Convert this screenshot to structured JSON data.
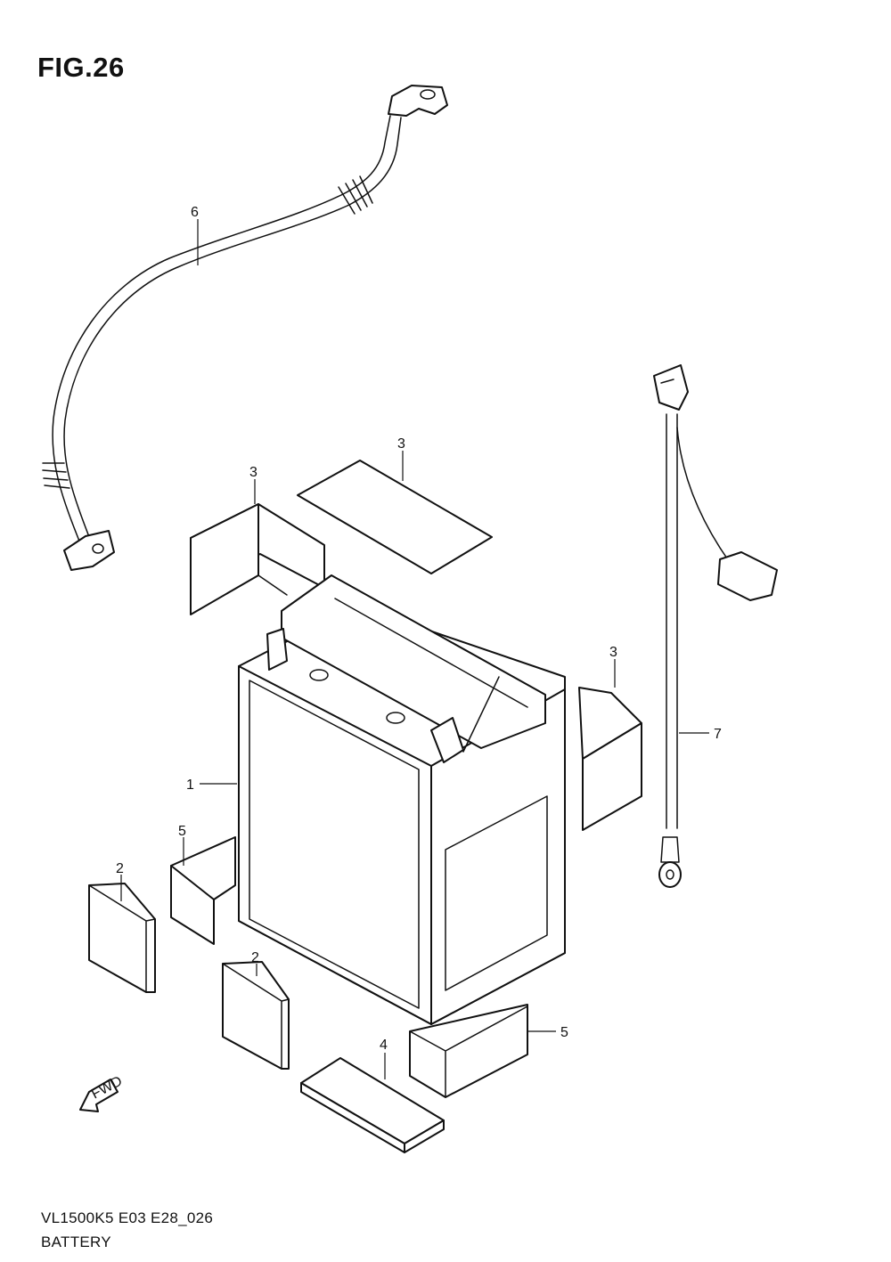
{
  "figure": {
    "title": "FIG.26",
    "model_code": "VL1500K5 E03 E28_026",
    "name": "BATTERY"
  },
  "fwd_badge": {
    "label": "FWD"
  },
  "callouts": [
    {
      "id": "c1",
      "label": "1"
    },
    {
      "id": "c2a",
      "label": "2"
    },
    {
      "id": "c2b",
      "label": "2"
    },
    {
      "id": "c3a",
      "label": "3"
    },
    {
      "id": "c3b",
      "label": "3"
    },
    {
      "id": "c3c",
      "label": "3"
    },
    {
      "id": "c4",
      "label": "4"
    },
    {
      "id": "c5a",
      "label": "5"
    },
    {
      "id": "c5b",
      "label": "5"
    },
    {
      "id": "c6",
      "label": "6"
    },
    {
      "id": "c7",
      "label": "7"
    }
  ]
}
